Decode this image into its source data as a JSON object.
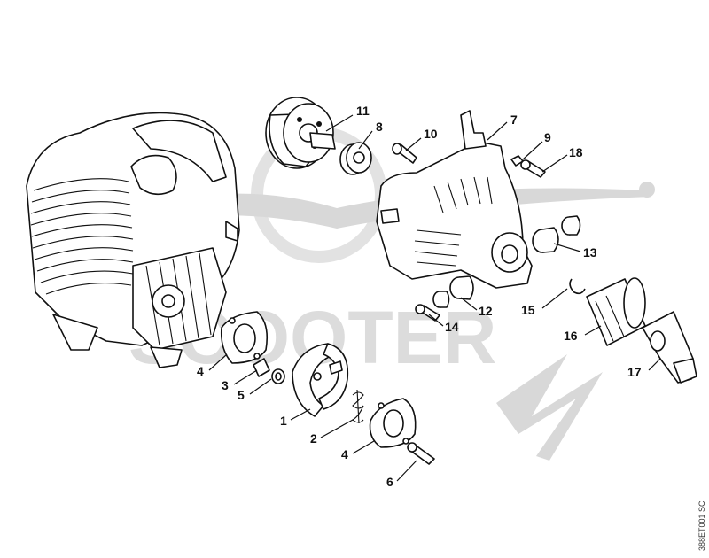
{
  "watermark": {
    "text": "SCOOTER",
    "color": "#dcdcdc"
  },
  "reference_code": "388ET001 SC",
  "callouts": [
    {
      "id": "11",
      "label": "11"
    },
    {
      "id": "8",
      "label": "8"
    },
    {
      "id": "10",
      "label": "10"
    },
    {
      "id": "7",
      "label": "7"
    },
    {
      "id": "9",
      "label": "9"
    },
    {
      "id": "18",
      "label": "18"
    },
    {
      "id": "13",
      "label": "13"
    },
    {
      "id": "12",
      "label": "12"
    },
    {
      "id": "14",
      "label": "14"
    },
    {
      "id": "15",
      "label": "15"
    },
    {
      "id": "16",
      "label": "16"
    },
    {
      "id": "17",
      "label": "17"
    },
    {
      "id": "4a",
      "label": "4"
    },
    {
      "id": "3",
      "label": "3"
    },
    {
      "id": "5",
      "label": "5"
    },
    {
      "id": "1",
      "label": "1"
    },
    {
      "id": "2",
      "label": "2"
    },
    {
      "id": "4b",
      "label": "4"
    },
    {
      "id": "6",
      "label": "6"
    }
  ]
}
